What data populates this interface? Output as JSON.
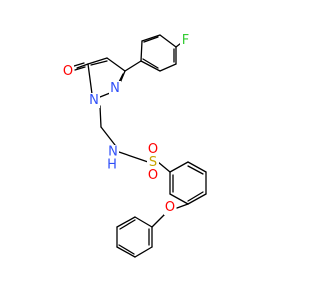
{
  "molecule": {
    "labels": {
      "fluorine": "F",
      "carbonyl_oxygen": "O",
      "ring_nitrogen_1": "N",
      "ring_nitrogen_2": "N",
      "amide_nitrogen": "N",
      "amide_hydrogen": "H",
      "sulfur": "S",
      "sulfonyl_oxygen_1": "O",
      "sulfonyl_oxygen_2": "O",
      "ether_oxygen": "O"
    },
    "colors": {
      "bond": "#000000",
      "fluorine": "#33cc33",
      "oxygen": "#ff0000",
      "nitrogen": "#3050f8",
      "sulfur": "#c8a400"
    }
  }
}
